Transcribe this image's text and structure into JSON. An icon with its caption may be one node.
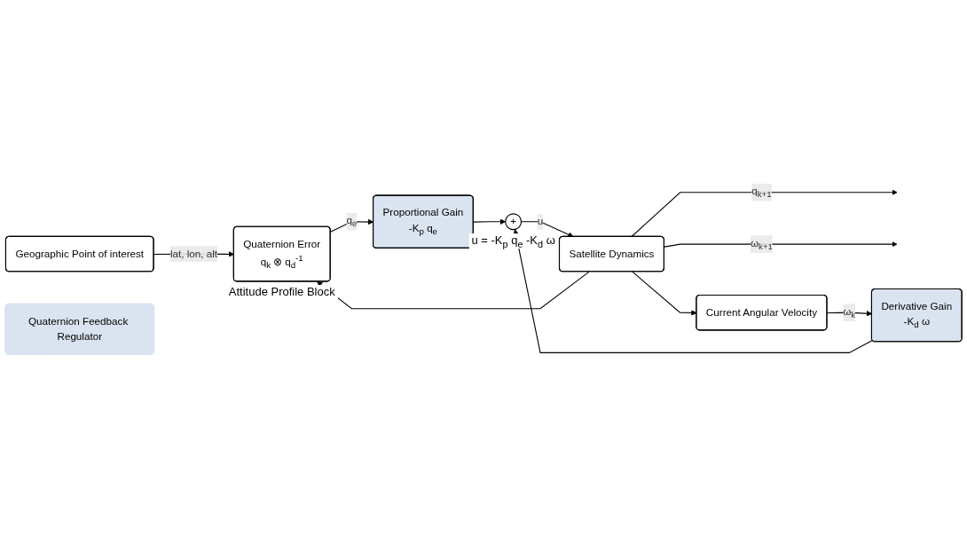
{
  "diagram": {
    "nodes": [
      {
        "text": [
          "Geographic Point of interest"
        ]
      },
      {
        "text": [
          "Quaternion Feedback Regulator"
        ]
      },
      {
        "text": [
          "Quaternion Error",
          "q$_{k}$ ⊗ q$_{d}$$^{-1}$"
        ],
        "beside": [
          "Attitude Profile Block"
        ]
      },
      {
        "text": [
          "Proportional Gain",
          "-K$_{p}$ q$_{e}$"
        ]
      },
      {
        "text": [
          "Current Angular Velocity"
        ]
      },
      {
        "text": [
          "Derivative Gain",
          "-K$_{d}$ ω"
        ]
      },
      {
        "text": [
          "+"
        ],
        "beside": [
          "u = -K$_{p}$ q$_{e}$ -K$_{d}$ ω"
        ]
      },
      {
        "text": [
          "Satellite Dynamics"
        ]
      }
    ],
    "edges": [
      {
        "from": 0,
        "to": 2,
        "arrow": "to",
        "label": "lat, lon, alt"
      },
      {
        "from": 2,
        "to": 3,
        "arrow": "to",
        "label": "q$_{e}$"
      },
      {
        "from": 3,
        "to": 6,
        "arrow": "to"
      },
      {
        "from": 4,
        "to": 5,
        "arrow": "to",
        "label": "ω$_{k}$"
      },
      {
        "from": 5,
        "to": 6,
        "arrow": "to"
      },
      {
        "from": 6,
        "to": 7,
        "arrow": "to",
        "label": "u"
      },
      {
        "from": 7,
        "to": null,
        "arrow": "to",
        "label": "q$_{k+1}$"
      },
      {
        "from": 7,
        "to": 2,
        "arrow": "to"
      },
      {
        "from": 7,
        "to": null,
        "arrow": "to",
        "label": "ω$_{k+1}$"
      },
      {
        "from": 7,
        "to": 4,
        "arrow": "to"
      }
    ]
  }
}
